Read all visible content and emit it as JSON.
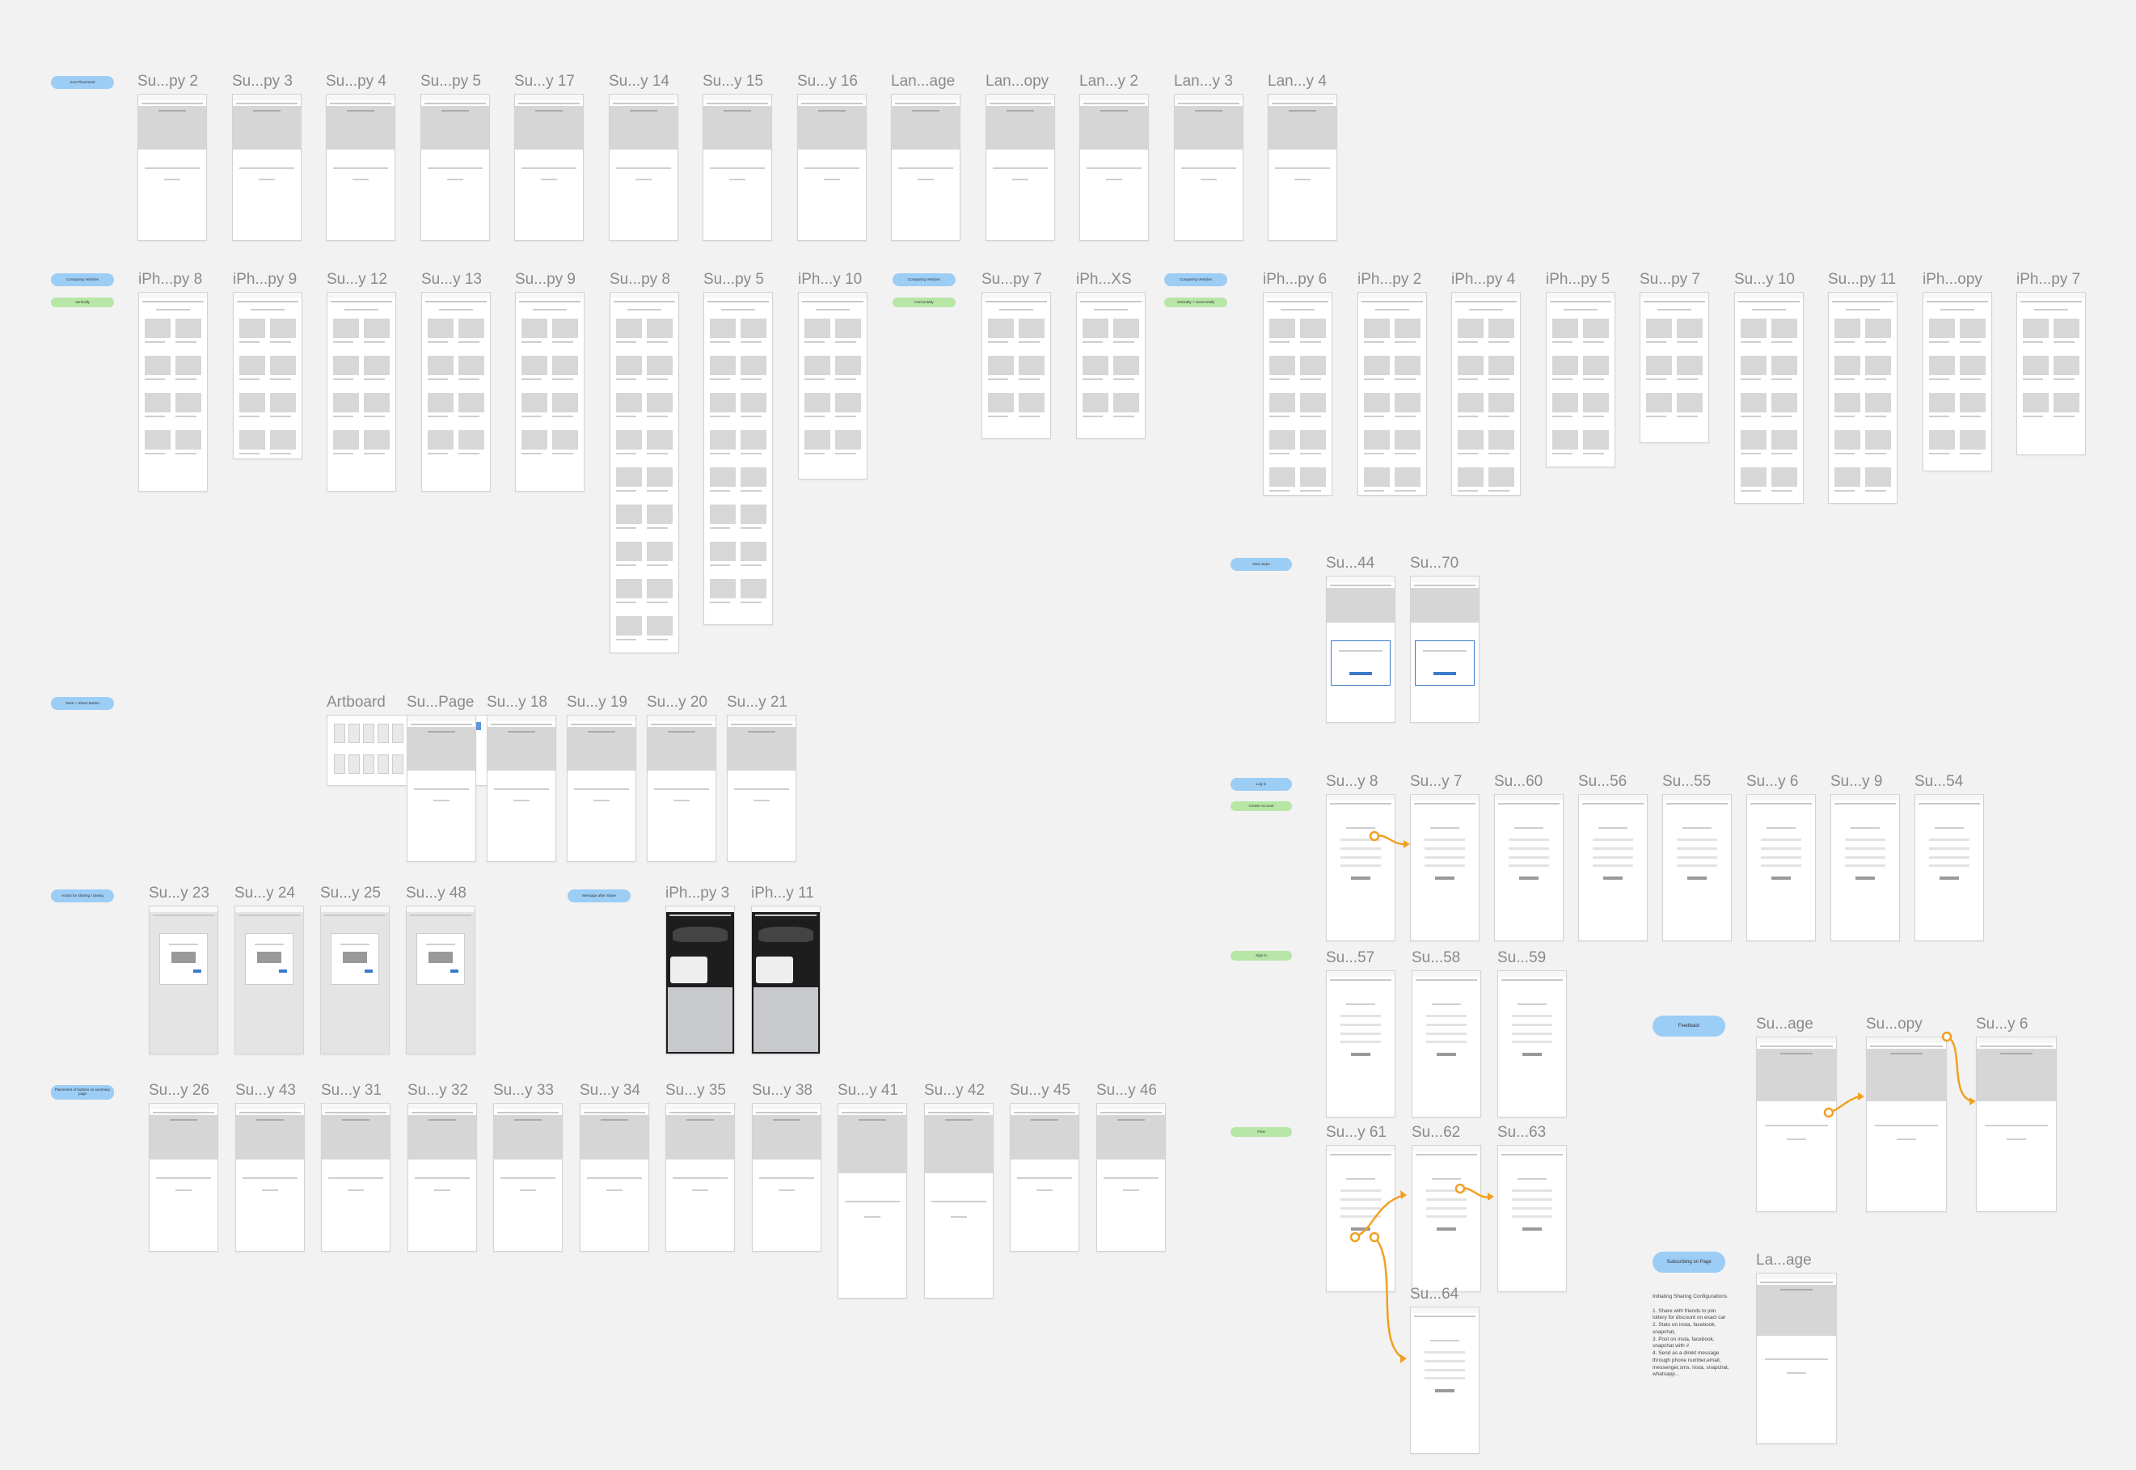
{
  "labels": [
    {
      "text": "Icon Placement",
      "color": "blue"
    },
    {
      "text": "Comparing Vehicles",
      "color": "blue"
    },
    {
      "text": "Vertically",
      "color": "green"
    },
    {
      "text": "Comparing Vehicles",
      "color": "blue"
    },
    {
      "text": "Horizontally",
      "color": "green"
    },
    {
      "text": "Comparing Vehicles",
      "color": "blue"
    },
    {
      "text": "Vertically + Horizontally",
      "color": "green"
    },
    {
      "text": "Save + Share Button",
      "color": "blue"
    },
    {
      "text": "Action for sharing / saving",
      "color": "blue"
    },
    {
      "text": "Message after Share",
      "color": "blue"
    },
    {
      "text": "Placement of buttons on summary page",
      "color": "blue"
    },
    {
      "text": "Next steps",
      "color": "blue"
    },
    {
      "text": "Log In",
      "color": "blue"
    },
    {
      "text": "Create Account",
      "color": "green"
    },
    {
      "text": "Sign in",
      "color": "green"
    },
    {
      "text": "Flow",
      "color": "green"
    },
    {
      "text": "Feedback",
      "color": "blue"
    },
    {
      "text": "Subscribing on Page",
      "color": "blue"
    }
  ],
  "groups": [
    {
      "names": [
        "Su...py 2",
        "Su...py 3",
        "Su...py 4",
        "Su...py 5",
        "Su...y 17",
        "Su...y 14",
        "Su...y 15",
        "Su...y 16",
        "Lan...age",
        "Lan...opy",
        "Lan...y 2",
        "Lan...y 3",
        "Lan...y 4"
      ]
    },
    {
      "names": [
        "iPh...py 8",
        "iPh...py 9",
        "Su...y 12",
        "Su...y 13",
        "Su...py 9",
        "Su...py 8",
        "Su...py 5",
        "iPh...y 10"
      ]
    },
    {
      "names": [
        "Su...py 7",
        "iPh...XS"
      ]
    },
    {
      "names": [
        "iPh...py 6",
        "iPh...py 2",
        "iPh...py 4",
        "iPh...py 5",
        "Su...py 7",
        "Su...y 10",
        "Su...py 11",
        "iPh...opy",
        "iPh...py 7"
      ]
    },
    {
      "names": [
        "Su...44",
        "Su...70"
      ]
    },
    {
      "names": [
        "Artboard",
        "Su...Page",
        "Su...y 18",
        "Su...y 19",
        "Su...y 20",
        "Su...y 21"
      ]
    },
    {
      "names": [
        "Su...y 23",
        "Su...y 24",
        "Su...y 25",
        "Su...y 48"
      ]
    },
    {
      "names": [
        "iPh...py 3",
        "iPh...y 11"
      ]
    },
    {
      "names": [
        "Su...y 26",
        "Su...y 43",
        "Su...y 31",
        "Su...y 32",
        "Su...y 33",
        "Su...y 34",
        "Su...y 35",
        "Su...y 38",
        "Su...y 41",
        "Su...y 42",
        "Su...y 45",
        "Su...y 46"
      ]
    },
    {
      "names": [
        "Su...y 8",
        "Su...y 7",
        "Su...60",
        "Su...56",
        "Su...55",
        "Su...y 6",
        "Su...y 9",
        "Su...54"
      ]
    },
    {
      "names": [
        "Su...57",
        "Su...58",
        "Su...59"
      ]
    },
    {
      "names": [
        "Su...y 61",
        "Su...62",
        "Su...63"
      ]
    },
    {
      "names": [
        "Su...64"
      ]
    },
    {
      "names": [
        "Su...age",
        "Su...opy",
        "Su...y 6"
      ]
    },
    {
      "names": [
        "La...age"
      ]
    }
  ],
  "notes": {
    "sharing": "Initiating Sharing Configurations\n\n1. Share with friends to join\nlottery for discount on exact car\n2. Stats on insta, facebook,\nsnapchat,\n3. Post on insta, facebook,\nsnapchat with #\n4. Send as a direkt message\nthrough phone number,email,\nmessenger,sms, insta, snapchat,\nwhatsapp..."
  },
  "colors": {
    "background": "#f2f2f2",
    "pill_blue": "#9ccdf5",
    "pill_green": "#b7e6a6",
    "accent": "#3a7cc9",
    "arrow": "#f0a020"
  }
}
